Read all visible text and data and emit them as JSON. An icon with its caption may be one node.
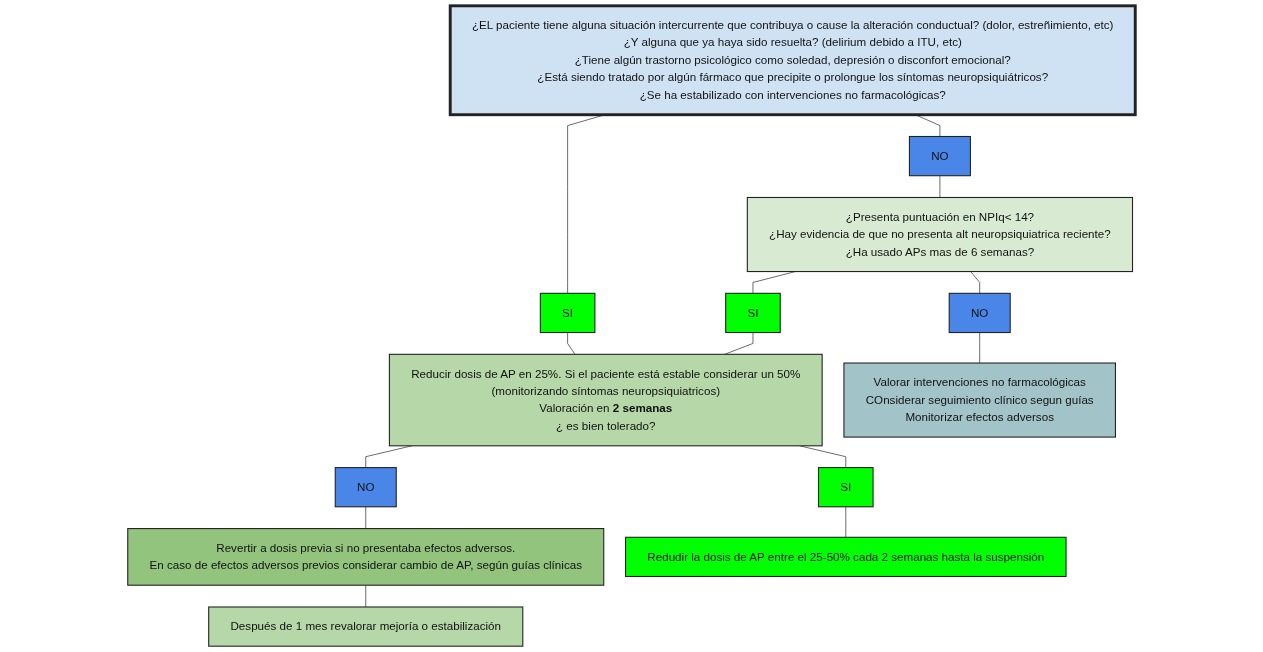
{
  "diagram": {
    "nodes": [
      {
        "text": [
          "¿EL paciente tiene alguna situación intercurrente que contribuya o cause la alteración conductual? (dolor, estreñimiento, etc)",
          "¿Y alguna que ya haya sido resuelta? (delirium debido a ITU, etc)",
          "¿Tiene algún trastorno psicológico como soledad, depresión o disconfort emocional?",
          "¿Está siendo tratado por algún fármaco que precipite o prolongue los síntomas neuropsiquiátricos?",
          "¿Se ha estabilizado con intervenciones no farmacológicas?"
        ]
      },
      {
        "text": [
          "NO"
        ]
      },
      {
        "text": [
          "SI"
        ]
      },
      {
        "text": [
          "¿Presenta puntuación en NPIq< 14?",
          "¿Hay evidencia de que no presenta alt neuropsiquiatrica reciente?",
          "¿Ha usado APs mas de 6 semanas?"
        ]
      },
      {
        "text": [
          "SI"
        ]
      },
      {
        "text": [
          "Reducir dosis de AP en 25%. Si el paciente está estable considerar un 50%",
          "(monitorizando síntomas neuropsiquiatricos)",
          "Valoración en **2 semanas**",
          "¿ es bien tolerado?"
        ]
      },
      {
        "text": [
          "NO"
        ]
      },
      {
        "text": [
          "Valorar intervenciones no farmacológicas",
          "COnsiderar seguimiento clínico segun guías",
          "Monitorizar efectos adversos"
        ]
      },
      {
        "text": [
          "NO"
        ]
      },
      {
        "text": [
          "SI"
        ]
      },
      {
        "text": [
          "Revertir a dosis previa si no presentaba efectos adversos.",
          "En caso de efectos adversos previos considerar cambio de AP, según guías clínicas"
        ]
      },
      {
        "text": [
          "Redudir la dosis de AP entre el 25-50% cada 2 semanas hasta la suspensión"
        ]
      },
      {
        "text": [
          "Después de 1 mes revalorar mejoría o estabilización"
        ]
      }
    ],
    "edges": [
      {
        "from": 0,
        "to": 1,
        "arrow": "none"
      },
      {
        "from": 1,
        "to": 3,
        "arrow": "none"
      },
      {
        "from": 0,
        "to": 2,
        "arrow": "none"
      },
      {
        "from": 2,
        "to": 5,
        "arrow": "none"
      },
      {
        "from": 3,
        "to": 4,
        "arrow": "none"
      },
      {
        "from": 4,
        "to": 5,
        "arrow": "none"
      },
      {
        "from": 3,
        "to": 6,
        "arrow": "none"
      },
      {
        "from": 6,
        "to": 7,
        "arrow": "none"
      },
      {
        "from": 5,
        "to": 8,
        "arrow": "none"
      },
      {
        "from": 8,
        "to": 10,
        "arrow": "none"
      },
      {
        "from": 5,
        "to": 9,
        "arrow": "none"
      },
      {
        "from": 9,
        "to": 11,
        "arrow": "none"
      },
      {
        "from": 10,
        "to": 12,
        "arrow": "none"
      }
    ]
  }
}
